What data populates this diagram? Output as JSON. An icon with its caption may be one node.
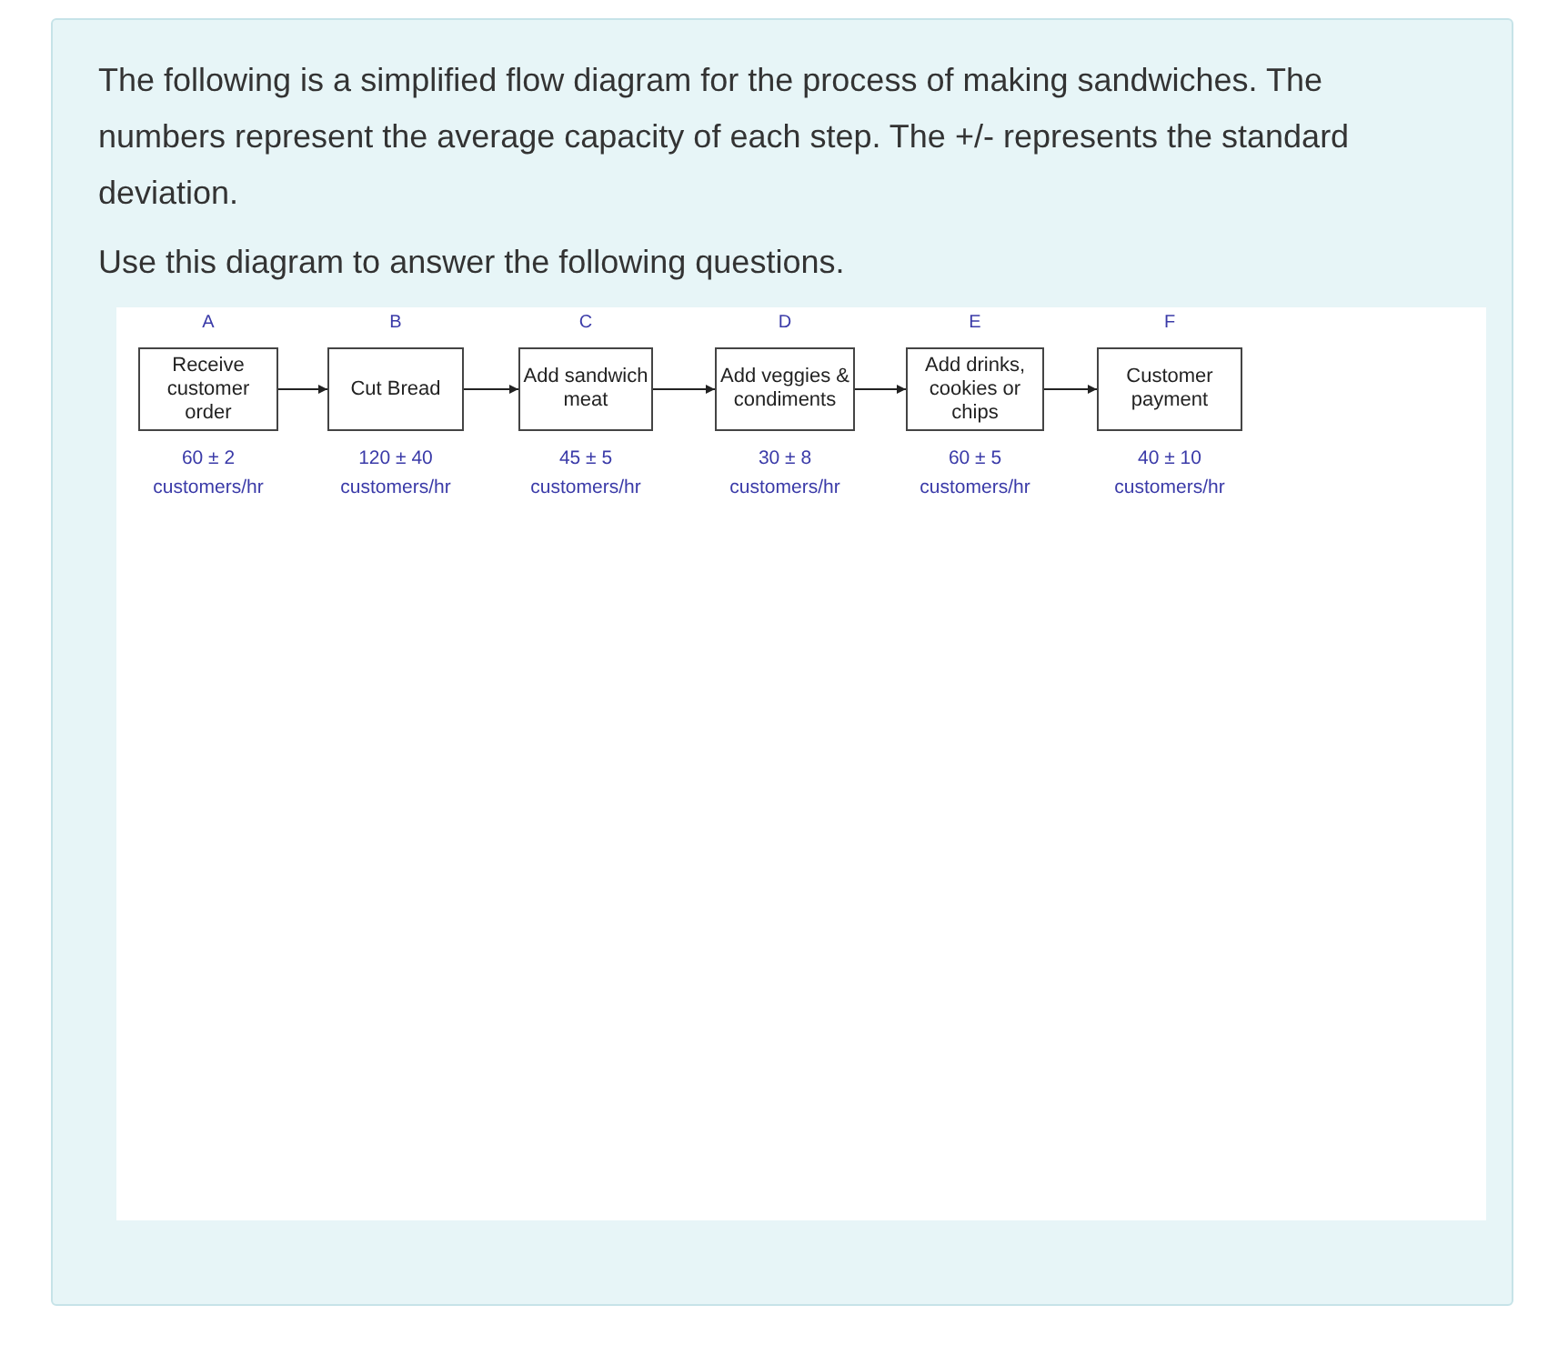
{
  "diagram": {
    "nodes": [
      {
        "text": [
          "A",
          "Receive customer order"
        ],
        "beside": [
          "60 ± 2 customers/hr"
        ]
      },
      {
        "text": [
          "B",
          "Cut Bread"
        ],
        "beside": [
          "120 ± 40 customers/hr"
        ]
      },
      {
        "text": [
          "C",
          "Add sandwich meat"
        ],
        "beside": [
          "45 ± 5 customers/hr"
        ]
      },
      {
        "text": [
          "D",
          "Add veggies & condiments"
        ],
        "beside": [
          "30 ± 8 customers/hr"
        ]
      },
      {
        "text": [
          "E",
          "Add drinks, cookies or chips"
        ],
        "beside": [
          "60 ± 5 customers/hr"
        ]
      },
      {
        "text": [
          "F",
          "Customer payment"
        ],
        "beside": [
          "40 ± 10 customers/hr"
        ]
      }
    ],
    "edges": [
      {
        "from": 0,
        "to": 1,
        "arrow": "to"
      },
      {
        "from": 1,
        "to": 2,
        "arrow": "to"
      },
      {
        "from": 2,
        "to": 3,
        "arrow": "to"
      },
      {
        "from": 3,
        "to": 4,
        "arrow": "to"
      },
      {
        "from": 4,
        "to": 5,
        "arrow": "to"
      }
    ],
    "labels": [
      "The following is a simplified flow diagram for the process of making sandwiches. The numbers represent the average capacity of each step. The +/- represents the standard deviation.",
      "Use this diagram to answer the following questions."
    ]
  }
}
